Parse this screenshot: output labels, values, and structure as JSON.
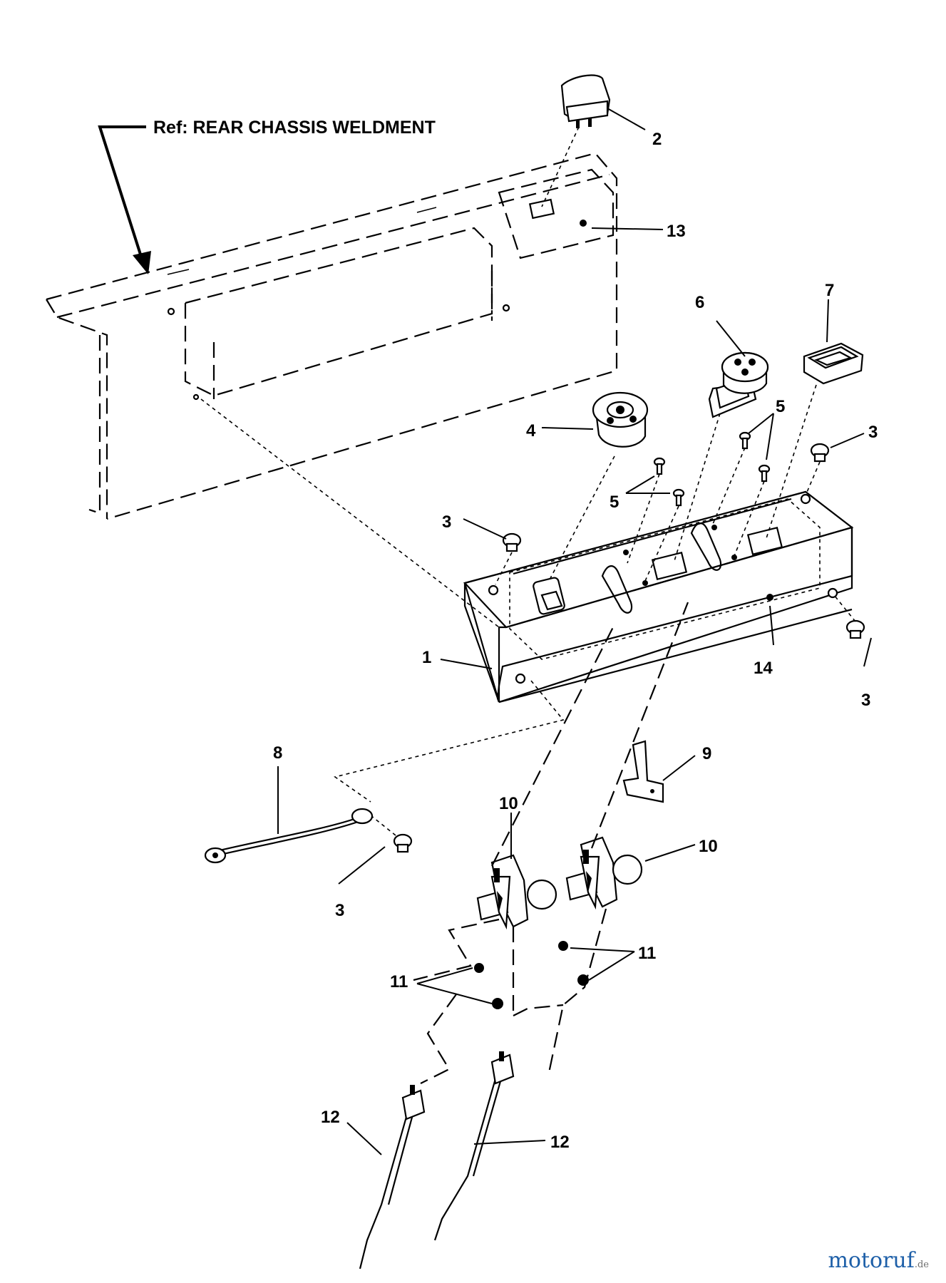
{
  "reference_label": "Ref: REAR CHASSIS WELDMENT",
  "callouts": {
    "c1": "1",
    "c2": "2",
    "c3a": "3",
    "c3b": "3",
    "c3c": "3",
    "c3d": "3",
    "c4": "4",
    "c5a": "5",
    "c5b": "5",
    "c6": "6",
    "c7": "7",
    "c8": "8",
    "c9": "9",
    "c10a": "10",
    "c10b": "10",
    "c11a": "11",
    "c11b": "11",
    "c12a": "12",
    "c12b": "12",
    "c13": "13",
    "c14": "14"
  },
  "watermark": {
    "brand": "motoruf",
    "suffix": ".de"
  }
}
